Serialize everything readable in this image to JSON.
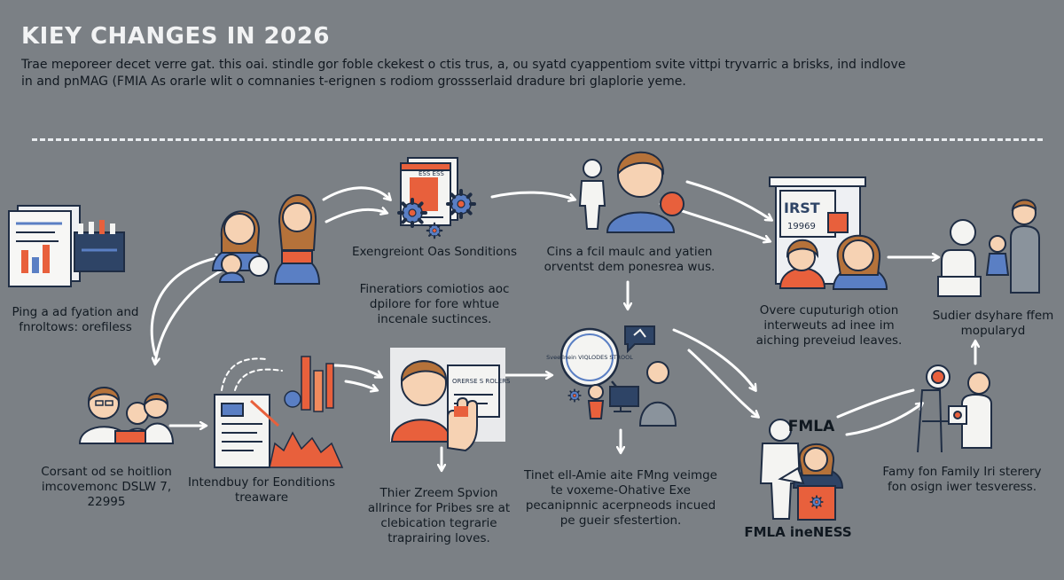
{
  "header": {
    "title": "KIEY CHANGES IN 2026",
    "intro": "Trae meporeer decet verre gat. this oai. stindle gor foble ckekest o ctis trus, a, ou syatd cyappentiom svite vittpi tryvarric a brisks, ind indlove in and pnMAG (FMIA As orarle wlit o comnanies t-erignen s rodiom grossserlaid dradure bri glaplorie yeme."
  },
  "labels": {
    "ping": "Ping a ad fyation and fnroltows: orefiless",
    "corrant": "Corsant od se hoitlion imcovemonc DSLW 7, 22995",
    "intendbuy": "Intendbuy for Eonditions treaware",
    "exeng": "Exengreiont Oas Sonditions",
    "fineration": "Fineratiors comiotios aoc dpilore for fore whtue incenale suctinces.",
    "thier": "Thier Zreem Spvion allrince for Pribes sre at clebication tegrarie traprairing loves.",
    "cins": "Cins a fcil maulc and yatien orventst dem ponesrea wus.",
    "tinet": "Tinet ell-Amie aite FMng veimge te voxeme-Ohative Exe pecanipnnic acerpneods incued pe gueir sfestertion.",
    "overe": "Overe cuputurigh otion interweuts ad inee im aiching preveiud leaves.",
    "suder": "Sudier dsyhare ffem mopularyd",
    "family": "Famy fon Family Iri sterery fon osign iwer tesveress.",
    "fmla": "FMLA",
    "fmla_ineness": "FMLA ineNESS"
  },
  "illustration_text": {
    "doc_tag": "ESS ESS",
    "paper": "ORERSE S ROLERS",
    "magnifier": "Svee lnein VIQLODES STROOL",
    "board_top": "IRST",
    "board_num": "19969"
  },
  "colors": {
    "background": "#7b8085",
    "accent_orange": "#e8603c",
    "accent_blue": "#5a7fc4",
    "navy": "#2e4466",
    "skin": "#f6d2b3",
    "hair_brown": "#b5723a",
    "white": "#f4f4f2"
  },
  "icons": [
    "document-stack-icon",
    "gear-icon",
    "person-icon",
    "magnifier-icon",
    "chat-bubble-icon",
    "calculator-icon",
    "monitor-icon",
    "flag-icon",
    "hand-icon",
    "checkbox-icon",
    "chart-icon"
  ]
}
